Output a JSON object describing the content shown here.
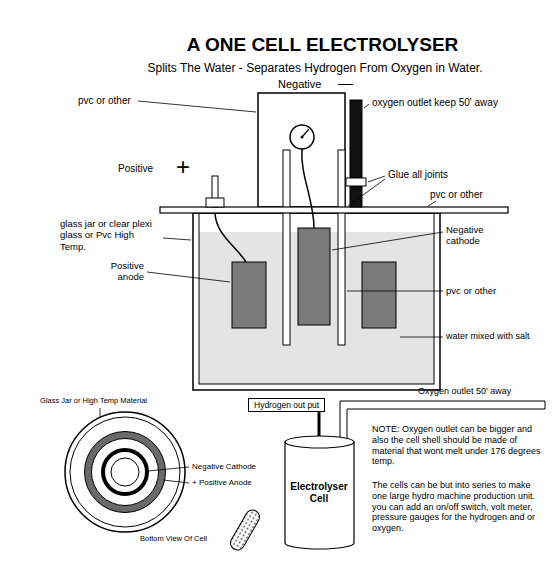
{
  "diagram": {
    "title": "A ONE CELL ELECTROLYSER",
    "nodes": [
      {
        "text": [
          "Hydrogen out put"
        ]
      },
      {
        "text": [
          "Electrolyser Cell"
        ]
      }
    ],
    "edges": [
      {
        "from": 1,
        "to": 0,
        "arrow": "none"
      }
    ],
    "labels": [
      "Splits The Water - Separates Hydrogen From Oxygen in Water.",
      "Negative",
      "—",
      "oxygen outlet keep 50' away",
      "pvc or other",
      "Positive",
      "+",
      "Glue all joints",
      "pvc or other",
      "glass jar or clear plexi glass or Pvc High Temp.",
      "Negative cathode",
      "Positive anode",
      "pvc or other",
      "water mixed with salt",
      "Glass Jar or High Temp Material",
      "Negative Cathode",
      "+ Positive Anode",
      "Bottom View Of Cell",
      "Oxygen outlet 50' away",
      "NOTE: Oxygen outlet can be bigger and also the cell shell should be made of material that wont melt under 176 degrees temp.",
      "The cells can be but into series to make one large hydro machine production unit. you can add an on/off switch, volt meter, pressure gauges for the hydrogen and or oxygen."
    ]
  }
}
